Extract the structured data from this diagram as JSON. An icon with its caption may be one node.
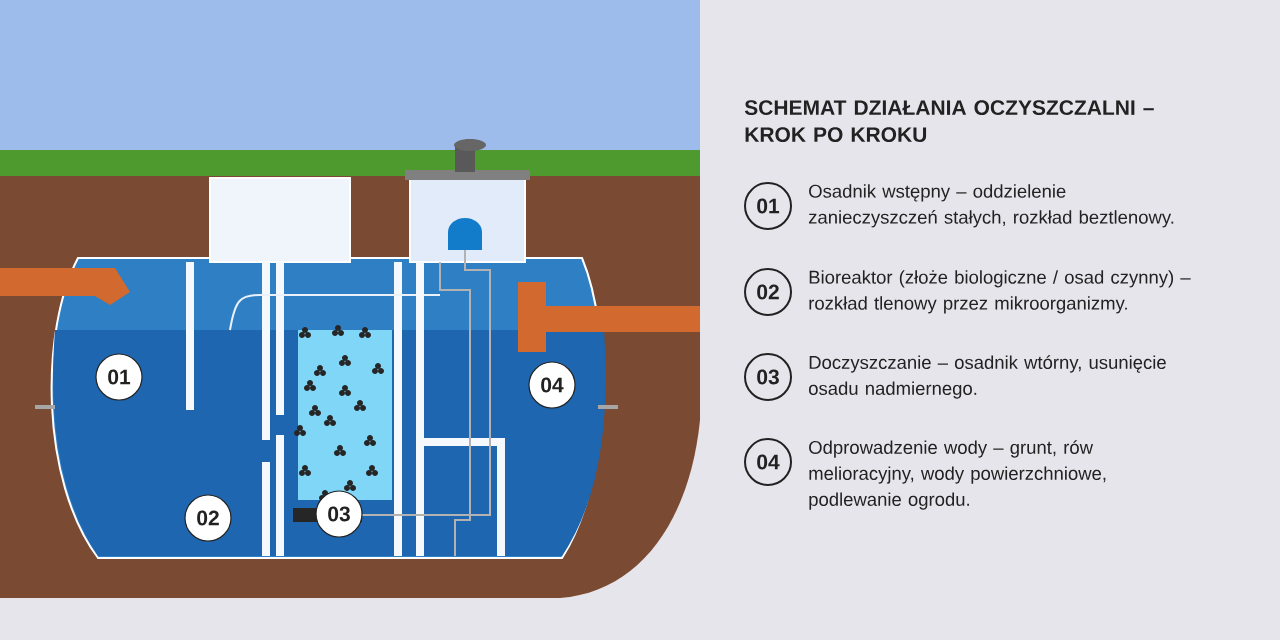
{
  "diagram": {
    "title": "SCHEMAT DZIAŁANIA OCZYSZCZALNI – KROK PO KROKU",
    "nodes": [
      {
        "text": [
          "01"
        ]
      },
      {
        "text": [
          "02"
        ]
      },
      {
        "text": [
          "03"
        ]
      },
      {
        "text": [
          "04"
        ]
      },
      {
        "text": [
          "01"
        ],
        "beside": [
          "Osadnik wstępny – oddzielenie zanieczyszczeń stałych, rozkład beztlenowy."
        ]
      },
      {
        "text": [
          "02"
        ],
        "beside": [
          "Bioreaktor (złoże biologiczne / osad czynny) – rozkład tlenowy przez mikroorganizmy."
        ]
      },
      {
        "text": [
          "03"
        ],
        "beside": [
          "Doczyszczanie – osadnik wtórny, usunięcie osadu nadmiernego."
        ]
      },
      {
        "text": [
          "04"
        ],
        "beside": [
          "Odprowadzenie wody – grunt, rów melioracyjny, wody powierzchniowe, podlewanie ogrodu."
        ]
      }
    ]
  }
}
